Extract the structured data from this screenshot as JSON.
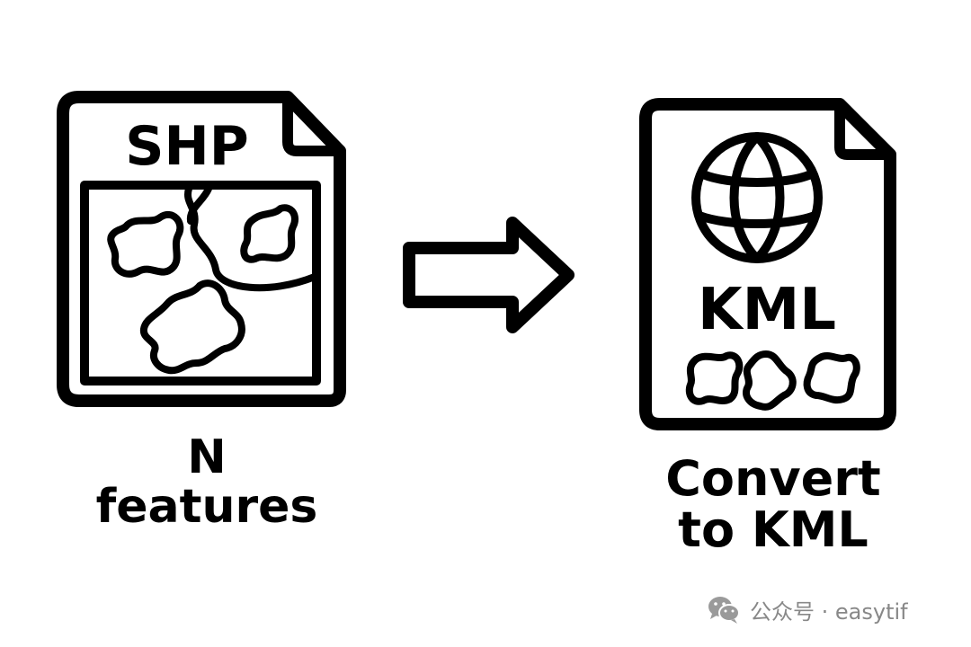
{
  "source_file": {
    "format_label": "SHP",
    "caption_line1": "N",
    "caption_line2": "features"
  },
  "target_file": {
    "format_label": "KML",
    "caption_line1": "Convert",
    "caption_line2": "to KML"
  },
  "flow_arrow": {
    "icon": "right-arrow-icon"
  },
  "watermark": {
    "icon": "wechat-icon",
    "text": "公众号 · easytif"
  },
  "colors": {
    "stroke": "#000000",
    "background": "#ffffff",
    "watermark": "#888888"
  }
}
